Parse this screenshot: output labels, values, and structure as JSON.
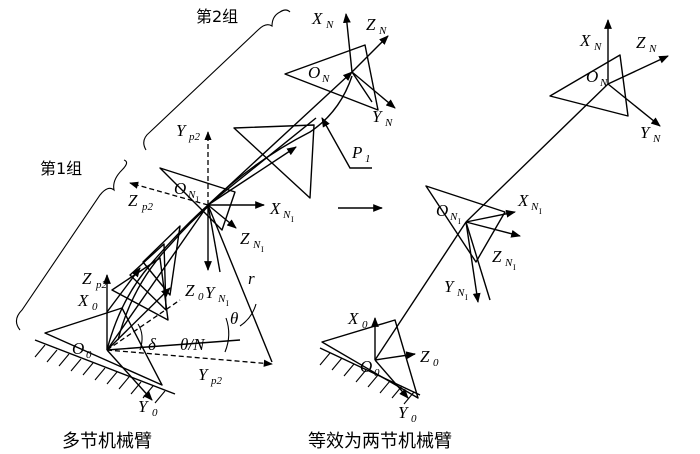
{
  "captions": {
    "left": "多节机械臂",
    "right": "等效为两节机械臂"
  },
  "groups": {
    "group1": "第1组",
    "group2": "第2组"
  },
  "symbols": {
    "O": "O",
    "X": "X",
    "Y": "Y",
    "Z": "Z",
    "P": "P",
    "sub_0": "0",
    "sub_N": "N",
    "sub_NI": "N",
    "sub_I": "I",
    "sub_1": "1",
    "sub_p2": "p2",
    "r": "r",
    "theta": "θ",
    "delta": "δ",
    "theta_over_N": "θ/N"
  }
}
